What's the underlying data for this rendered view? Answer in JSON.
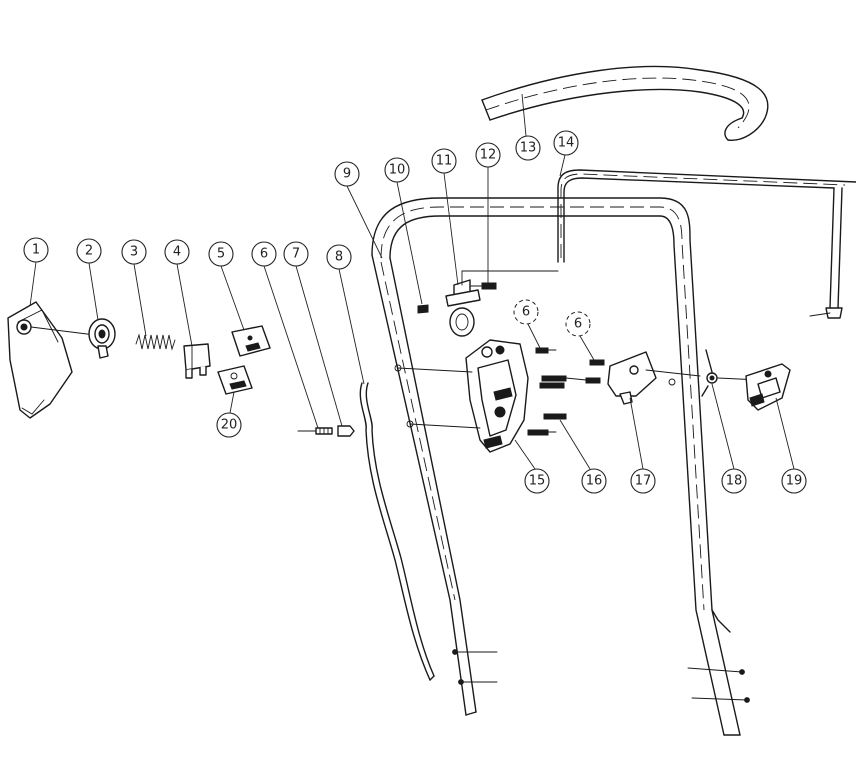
{
  "diagram": {
    "callouts": [
      {
        "id": "c1",
        "label": "1"
      },
      {
        "id": "c2",
        "label": "2"
      },
      {
        "id": "c3",
        "label": "3"
      },
      {
        "id": "c4",
        "label": "4"
      },
      {
        "id": "c5",
        "label": "5"
      },
      {
        "id": "c6a",
        "label": "6"
      },
      {
        "id": "c7",
        "label": "7"
      },
      {
        "id": "c8",
        "label": "8"
      },
      {
        "id": "c9",
        "label": "9"
      },
      {
        "id": "c10",
        "label": "10"
      },
      {
        "id": "c11",
        "label": "11"
      },
      {
        "id": "c12",
        "label": "12"
      },
      {
        "id": "c13",
        "label": "13"
      },
      {
        "id": "c14",
        "label": "14"
      },
      {
        "id": "c6b",
        "label": "6"
      },
      {
        "id": "c6c",
        "label": "6"
      },
      {
        "id": "c15",
        "label": "15"
      },
      {
        "id": "c16",
        "label": "16"
      },
      {
        "id": "c17",
        "label": "17"
      },
      {
        "id": "c18",
        "label": "18"
      },
      {
        "id": "c19",
        "label": "19"
      },
      {
        "id": "c20",
        "label": "20"
      }
    ]
  }
}
